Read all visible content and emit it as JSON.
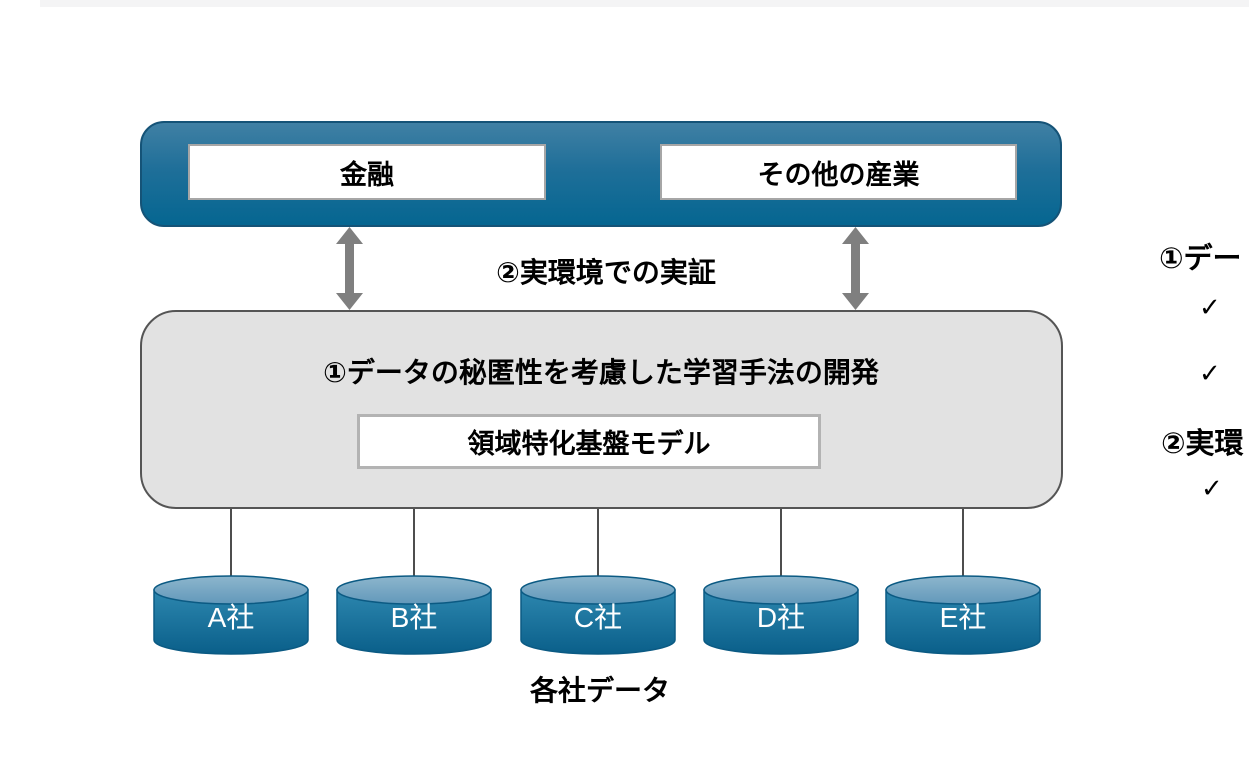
{
  "page": {
    "background": "#ffffff",
    "top_strip_color": "#f4f4f5"
  },
  "colors": {
    "bar_blue_top": "#4080a4",
    "bar_blue_bottom": "#056691",
    "bar_border": "#155377",
    "white_box_border": "#a6a6a6",
    "gray_box_fill": "#e2e2e2",
    "gray_box_border": "#555555",
    "arrow_gray": "#7f7f7f",
    "cylinder_top_fill": "#79a9c6",
    "cylinder_body_top": "#2d87af",
    "cylinder_body_bottom": "#0a5f8a",
    "cylinder_border": "#0b5a83",
    "connector_line": "#4d4d4d"
  },
  "diagram": {
    "industries": {
      "finance": "金融",
      "other": "その他の産業"
    },
    "verification_label": "②実環境での実証",
    "development_label": "①データの秘匿性を考慮した学習手法の開発",
    "model_label": "領域特化基盤モデル",
    "companies": [
      "A社",
      "B社",
      "C社",
      "D社",
      "E社"
    ],
    "data_label": "各社データ"
  },
  "side_notes": {
    "note1": "①デー",
    "check1": "✓",
    "check2": "✓",
    "note2": "②実環",
    "check3": "✓"
  }
}
